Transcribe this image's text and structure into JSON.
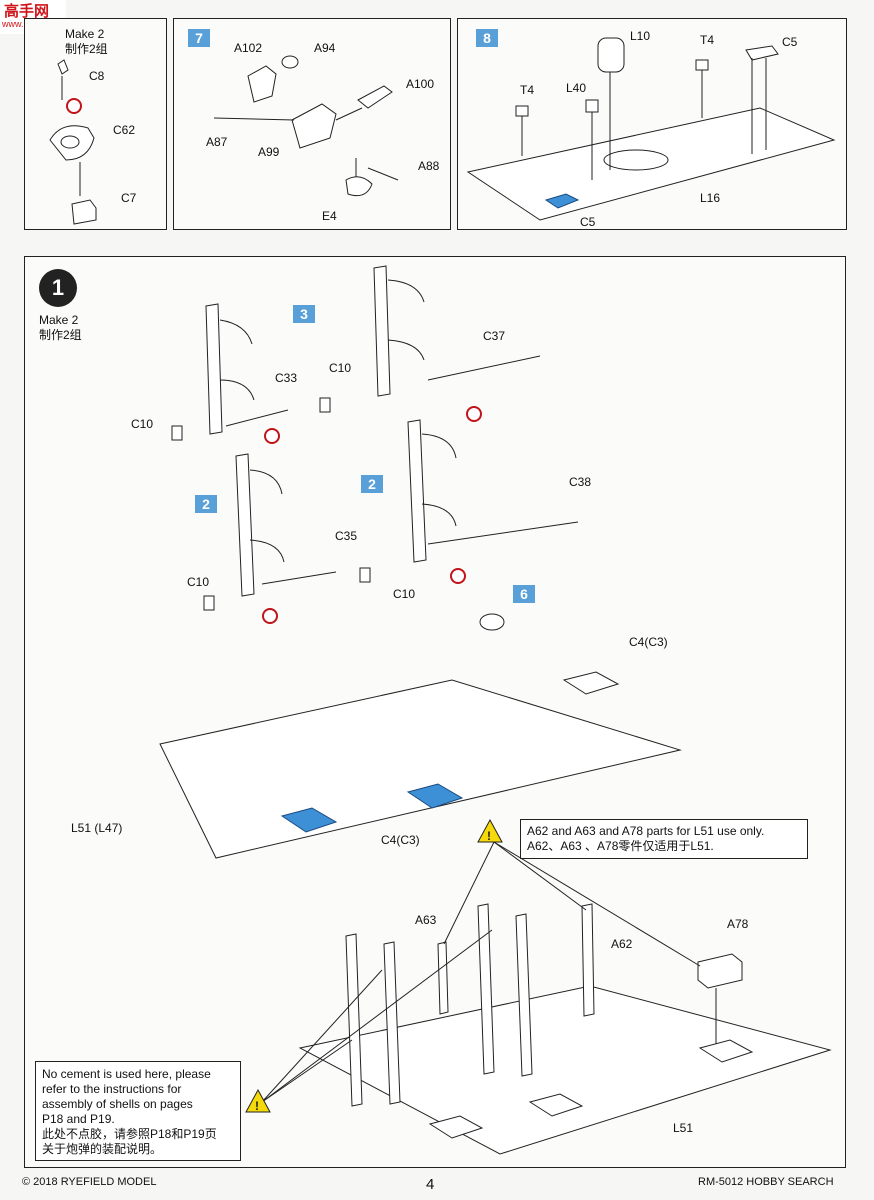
{
  "watermark": {
    "top": "高手网",
    "url": "www.moshou.net"
  },
  "panel6": {
    "make": "Make 2",
    "make_cn": "制作2组",
    "labels": [
      "C8",
      "C62",
      "C7"
    ]
  },
  "panel7": {
    "badge": "7",
    "labels": [
      "A102",
      "A94",
      "A100",
      "A87",
      "A99",
      "A88",
      "E4"
    ]
  },
  "panel8": {
    "badge": "8",
    "labels": [
      "L10",
      "T4",
      "C5",
      "T4",
      "L40",
      "L16",
      "C5"
    ]
  },
  "step1": {
    "number": "1",
    "make": "Make 2",
    "make_cn": "制作2组",
    "badges": [
      "3",
      "2",
      "2",
      "6"
    ],
    "labels": [
      "C37",
      "C33",
      "C10",
      "C10",
      "C38",
      "C35",
      "C10",
      "C10",
      "C4(C3)",
      "L51 (L47)",
      "C4(C3)"
    ]
  },
  "warning": {
    "line1": "A62 and A63 and A78 parts for L51 use only.",
    "line2": "A62、A63 、A78零件仅适用于L51."
  },
  "bottom_labels": [
    "A63",
    "A62",
    "A78",
    "L51"
  ],
  "note": {
    "lines": [
      "No cement is used here, please",
      "refer to the instructions for",
      "assembly of shells on pages",
      "P18 and P19.",
      "此处不点胶，请参照P18和P19页",
      "关于炮弹的装配说明。"
    ]
  },
  "footer": {
    "copyright": "© 2018 RYEFIELD MODEL",
    "page": "4",
    "code": "RM-5012 HOBBY SEARCH"
  },
  "colors": {
    "highlight": "#3d8fd6",
    "badge": "#5aa0d8",
    "warning": "#f5d90a"
  }
}
